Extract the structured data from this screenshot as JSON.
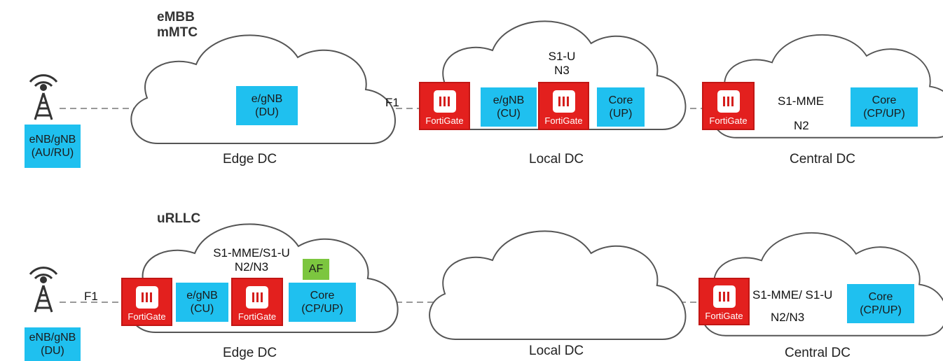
{
  "rows": [
    {
      "headline": [
        "eMBB",
        "mMTC"
      ],
      "antenna_label": [
        "eNB/gNB",
        "(AU/RU)"
      ],
      "link_label": "F1",
      "clouds": [
        {
          "name": "Edge DC"
        },
        {
          "name": "Local DC",
          "interface": [
            "S1-U",
            "N3"
          ]
        },
        {
          "name": "Central DC",
          "interface": [
            "S1-MME",
            "N2"
          ]
        }
      ],
      "boxes": [
        {
          "lines": [
            "e/gNB",
            "(DU)"
          ]
        },
        {
          "lines": [
            "e/gNB",
            "(CU)"
          ]
        },
        {
          "lines": [
            "Core",
            "(UP)"
          ]
        },
        {
          "lines": [
            "Core",
            "(CP/UP)"
          ]
        }
      ]
    },
    {
      "headline": [
        "uRLLC"
      ],
      "antenna_label": [
        "eNB/gNB",
        "(DU)"
      ],
      "link_label": "F1",
      "clouds": [
        {
          "name": "Edge DC",
          "interface": [
            "S1-MME/S1-U",
            "N2/N3"
          ]
        },
        {
          "name": "Local DC"
        },
        {
          "name": "Central DC",
          "interface": [
            "S1-MME/ S1-U",
            "N2/N3"
          ]
        }
      ],
      "af_label": "AF",
      "boxes": [
        {
          "lines": [
            "e/gNB",
            "(CU)"
          ]
        },
        {
          "lines": [
            "Core",
            "(CP/UP)"
          ]
        },
        {
          "lines": [
            "Core",
            "(CP/UP)"
          ]
        }
      ]
    }
  ],
  "firewall_label": "FortiGate",
  "colors": {
    "box": "#1fc0ef",
    "firewall": "#e3201e",
    "af": "#7cc63f",
    "cloud_stroke": "#555555",
    "link": "#999999"
  }
}
